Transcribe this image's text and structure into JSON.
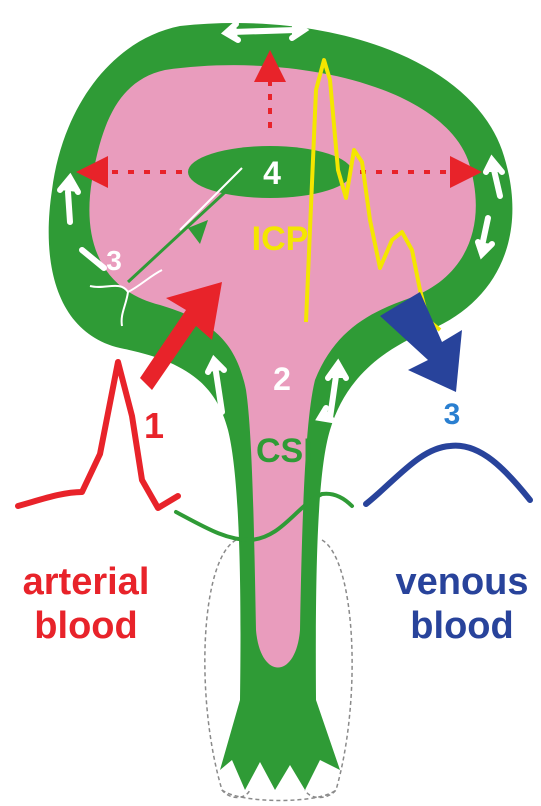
{
  "labels": {
    "ventricle": "4",
    "cord": "2",
    "arterial_number": "1",
    "venous_number": "3",
    "plexus_number": "3",
    "icp": "ICP",
    "csf": "CSF",
    "arterial_line1": "arterial",
    "arterial_line2": "blood",
    "venous_line1": "venous",
    "venous_line2": "blood"
  },
  "colors": {
    "csf_green": "#2f9b36",
    "brain_pink": "#e99cbd",
    "arterial_red": "#e8232a",
    "venous_blue": "#28439b",
    "icp_yellow": "#f4e600",
    "white": "#ffffff",
    "outline_gray": "#8a8a8a",
    "number_blue": "#2a7fd0"
  }
}
